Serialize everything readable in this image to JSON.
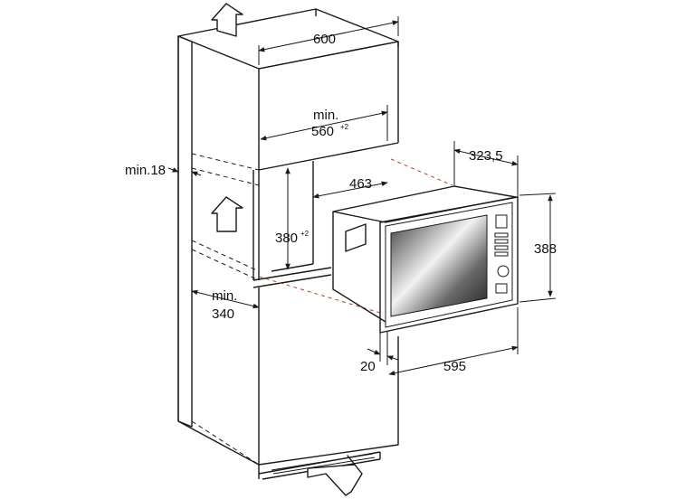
{
  "dimensions": {
    "top_width": "600",
    "min_width_label": "min.",
    "min_width_value": "560",
    "min_width_tolerance": "+2",
    "side_thickness": "min.18",
    "appliance_depth": "323,5",
    "opening_depth": "463",
    "opening_height": "380",
    "opening_height_tolerance": "+2",
    "appliance_height": "388",
    "lower_min_label": "min.",
    "lower_min_value": "340",
    "front_offset": "20",
    "appliance_width": "595"
  },
  "colors": {
    "line": "#1a1a1a",
    "hidden_edge": "#c0392b",
    "window_dark": "#2a2a2a",
    "window_light": "#eeeeee"
  },
  "icons": [
    "airflow-up-arrow-icon",
    "airflow-up-arrow-icon",
    "airflow-in-arrow-icon"
  ]
}
